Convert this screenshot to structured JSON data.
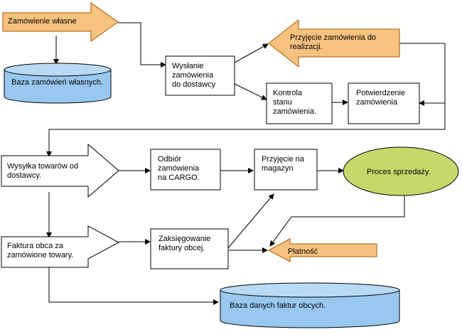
{
  "colors": {
    "orange_fill": "#F7C27F",
    "orange_stroke": "#A25A00",
    "blue_fill": "#98C8F0",
    "blue_top": "#B9DAF5",
    "green_fill": "#C4D96A",
    "line": "#000000",
    "box_stroke": "#000000"
  },
  "nodes": {
    "own_order": {
      "lines": [
        "Zamówienie własne"
      ]
    },
    "own_orders_db": {
      "lines": [
        "Baza zamówień własnych."
      ]
    },
    "send_order": {
      "lines": [
        "Wysłanie",
        "zamówienia",
        "do dostawcy"
      ]
    },
    "accept_order": {
      "lines": [
        "Przyjęcie zamówienia do",
        "realizacji."
      ]
    },
    "control_order": {
      "lines": [
        "Kontrola",
        "stanu",
        "zamówienia."
      ]
    },
    "confirm_order": {
      "lines": [
        "Potwierdzenie",
        "zamówienia"
      ]
    },
    "ship_goods": {
      "lines": [
        "Wysyłka towarów od",
        "dostawcy."
      ]
    },
    "receive_cargo": {
      "lines": [
        "Odbiór",
        "zamówienia",
        "na CARGO."
      ]
    },
    "warehouse_intake": {
      "lines": [
        "Przyjęcie na",
        "magazyn"
      ]
    },
    "sales_process": {
      "lines": [
        "Proces sprzedaży."
      ]
    },
    "foreign_invoice": {
      "lines": [
        "Faktura obca za",
        "zamówione towary."
      ]
    },
    "book_invoice": {
      "lines": [
        "Zaksięgowanie",
        "faktury obcej."
      ]
    },
    "payment": {
      "lines": [
        "Płatność"
      ]
    },
    "invoices_db": {
      "lines": [
        "Baza danych faktur obcych."
      ]
    }
  }
}
